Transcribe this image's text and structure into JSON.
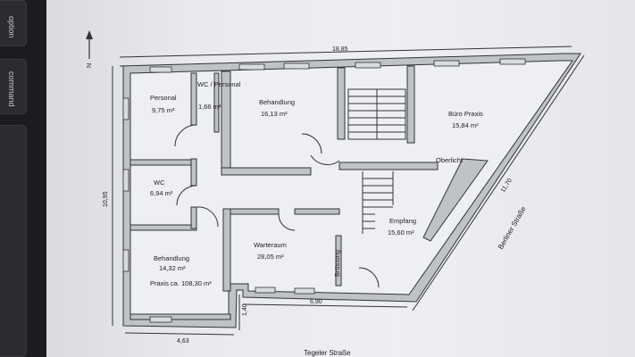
{
  "keyboard": {
    "option_label": "option",
    "command_label": "command"
  },
  "plan": {
    "rooms": [
      {
        "name": "Personal",
        "area": "9,75 m²"
      },
      {
        "name": "WC / Personal",
        "area": "1,66 m²"
      },
      {
        "name": "Behandlung",
        "area": "16,13 m²"
      },
      {
        "name": "Büro Praxis",
        "area": "15,84 m²"
      },
      {
        "name": "WC",
        "area": "6,94 m²"
      },
      {
        "name": "Behandlung",
        "area": "14,32 m²",
        "extra": "Praxis ca. 108,30 m²"
      },
      {
        "name": "Warteraum",
        "area": "28,05 m²"
      },
      {
        "name": "Empfang",
        "area": "15,60 m²"
      }
    ],
    "oberlicht": "Oberlicht",
    "bruestung": "Brüstung",
    "dimensions": {
      "top": "18,85",
      "left": "10,95",
      "diag": "11,70",
      "bottom_mid": "6,90",
      "bottom_left": "4,63",
      "small_v": "1,40"
    },
    "streets": {
      "bottom": "Tegeler Straße",
      "right": "Berliner Straße"
    },
    "north": "N"
  }
}
